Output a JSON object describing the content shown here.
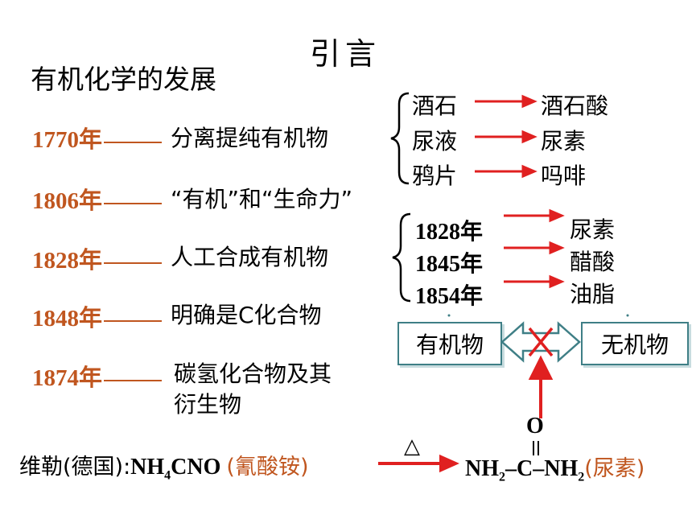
{
  "title": "引言",
  "subtitle": "有机化学的发展",
  "timeline": [
    {
      "year": "1770年",
      "event": "分离提纯有机物"
    },
    {
      "year": "1806年",
      "event": "“有机”和“生命力”"
    },
    {
      "year": "1828年",
      "event": "人工合成有机物"
    },
    {
      "year": "1848年",
      "event": "明确是C化合物"
    },
    {
      "year": "1874年",
      "event": "碳氢化合物及其",
      "event2": "衍生物"
    }
  ],
  "extraction": [
    {
      "from": "酒石",
      "to": "酒石酸"
    },
    {
      "from": "尿液",
      "to": "尿素"
    },
    {
      "from": "鸦片",
      "to": "吗啡"
    }
  ],
  "synthesis": [
    {
      "year": "1828年",
      "to": "尿素"
    },
    {
      "year": "1845年",
      "to": "醋酸"
    },
    {
      "year": "1854年",
      "to": "油脂"
    }
  ],
  "boxes": {
    "organic": "有机物",
    "inorganic": "无机物"
  },
  "reaction": {
    "prefix": "维勒(德国):",
    "reactant_a": "NH",
    "reactant_sub": "4",
    "reactant_b": "CNO",
    "reactant_name": "(氰酸铵)",
    "condition": "△",
    "oxygen": "O",
    "product_a": "NH",
    "product_sub1": "2",
    "product_mid": "–C–NH",
    "product_sub2": "2",
    "product_name": "(尿素)"
  },
  "colors": {
    "accent": "#c0561f",
    "arrow": "#e02020",
    "box_border": "#3f7f86"
  }
}
